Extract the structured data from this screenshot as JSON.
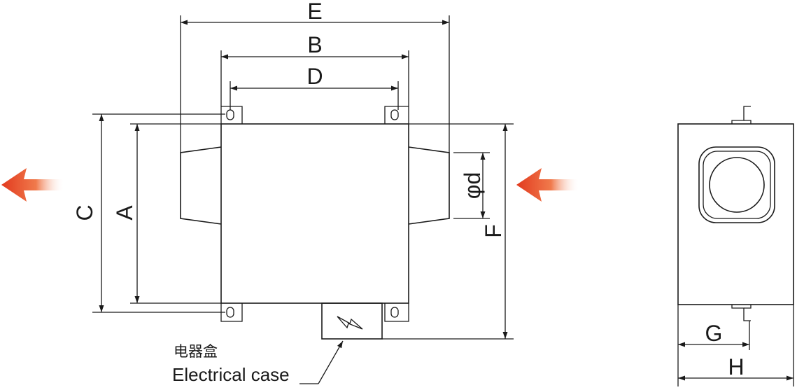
{
  "dimensions": {
    "A": "A",
    "B": "B",
    "C": "C",
    "D": "D",
    "E": "E",
    "F": "F",
    "G": "G",
    "H": "H",
    "phi_d": "φd"
  },
  "callout": {
    "label_zh": "电器盒",
    "label_en": "Electrical case"
  },
  "colors": {
    "airflow_arrow": "#e23a1e",
    "line": "#1a1a1a"
  },
  "icons": {
    "airflow_left": "airflow-arrow-icon",
    "airflow_right": "airflow-arrow-icon",
    "electrical_case": "lightning-bolt-icon"
  }
}
